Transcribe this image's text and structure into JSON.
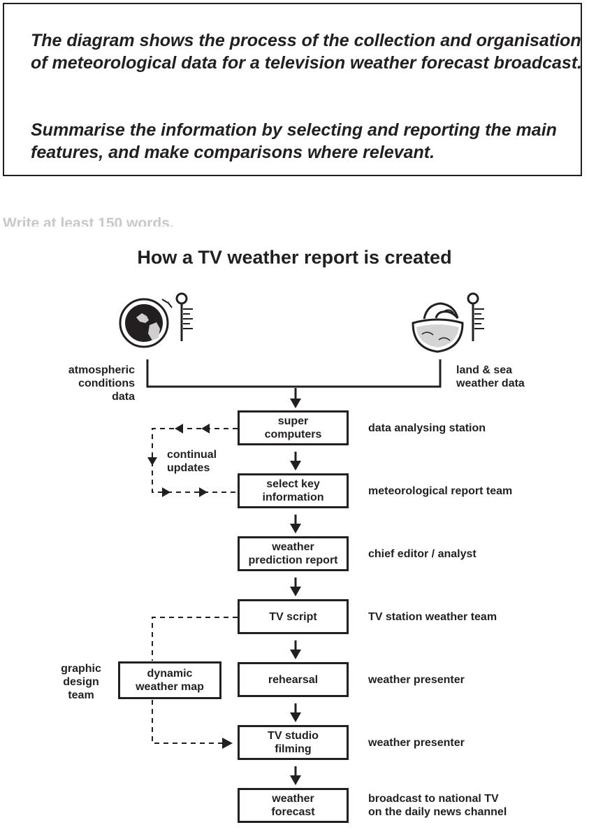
{
  "prompt": {
    "description": "The diagram shows the process of the collection and organisation of meteorological data for a television weather forecast broadcast.",
    "instruction": "Summarise the information by selecting and reporting the main features, and make comparisons where relevant."
  },
  "faded_text": "Write at least 150 words.",
  "diagram": {
    "title": "How  a TV weather report is created",
    "sources": {
      "left": "atmospheric\nconditions data",
      "right": "land & sea\nweather data"
    },
    "steps": [
      {
        "box": "super\ncomputers",
        "role": "data analysing station"
      },
      {
        "box": "select key\ninformation",
        "role": "meteorological report team"
      },
      {
        "box": "weather\nprediction report",
        "role": "chief editor / analyst"
      },
      {
        "box": "TV script",
        "role": "TV station weather team"
      },
      {
        "box": "rehearsal",
        "role": "weather presenter"
      },
      {
        "box": "TV studio\nfilming",
        "role": "weather presenter"
      },
      {
        "box": "weather\nforecast",
        "role": "broadcast to national TV\non the daily news channel"
      }
    ],
    "loop_label": "continual\nupdates",
    "side_box": "dynamic\nweather map",
    "side_label": "graphic\ndesign\nteam"
  }
}
